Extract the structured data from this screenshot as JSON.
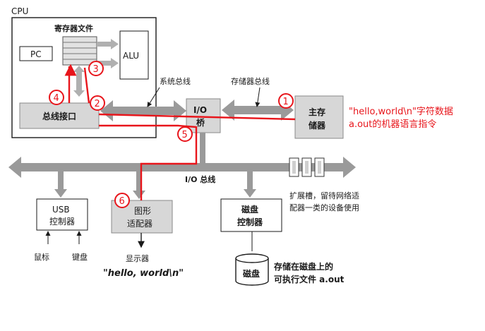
{
  "cpu": {
    "label": "CPU",
    "register_file": "寄存器文件",
    "pc": "PC",
    "alu": "ALU",
    "bus_interface": "总线接口"
  },
  "buses": {
    "system_bus": "系统总线",
    "memory_bus": "存储器总线",
    "io_bus": "I/O 总线"
  },
  "io_bridge": {
    "line1": "I/O",
    "line2": "桥"
  },
  "main_memory": {
    "line1": "主存",
    "line2": "储器"
  },
  "expansion": {
    "line1": "扩展槽，留待网络适",
    "line2": "配器一类的设备使用"
  },
  "usb": {
    "line1": "USB",
    "line2": "控制器",
    "mouse": "鼠标",
    "keyboard": "键盘"
  },
  "graphics": {
    "line1": "图形",
    "line2": "适配器",
    "display": "显示器",
    "output": "\"hello, world\\n\""
  },
  "disk_ctrl": {
    "line1": "磁盘",
    "line2": "控制器"
  },
  "disk": {
    "label": "磁盘",
    "caption1": "存储在磁盘上的",
    "caption2": "可执行文件 a.out"
  },
  "annotation": {
    "line1": "\"hello,world\\n\"字符数据",
    "line2": "a.out的机器语言指令"
  },
  "steps": [
    "1",
    "2",
    "3",
    "4",
    "5",
    "6"
  ],
  "colors": {
    "path": "#e8151b",
    "box": "#d7d7d7",
    "bus": "#8a8a8a"
  }
}
